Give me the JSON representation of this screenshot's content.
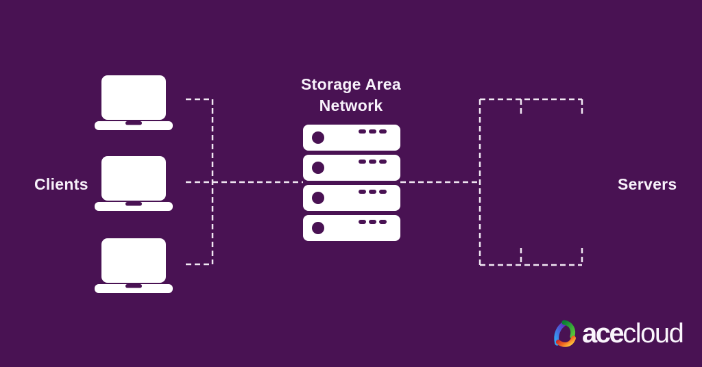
{
  "diagram": {
    "clients_label": "Clients",
    "servers_label": "Servers",
    "san_title_line1": "Storage Area",
    "san_title_line2": "Network",
    "client_count": 3,
    "storage_unit_count": 4
  },
  "logo": {
    "brand": "acecloud",
    "text_bold": "ace",
    "text_light": "cloud"
  },
  "colors": {
    "background": "#491253",
    "icon_white": "#FFFFFF",
    "dashed_line": "#F2E9F4",
    "text": "#F8F2FB",
    "logo_blue_top": "#5F2EC2",
    "logo_blue_bottom": "#2FA8F8",
    "logo_green_dark": "#0A7F35",
    "logo_green_light": "#55C13B",
    "logo_red": "#C4232B",
    "logo_orange": "#F26A21",
    "logo_yellow": "#FFC93C"
  }
}
